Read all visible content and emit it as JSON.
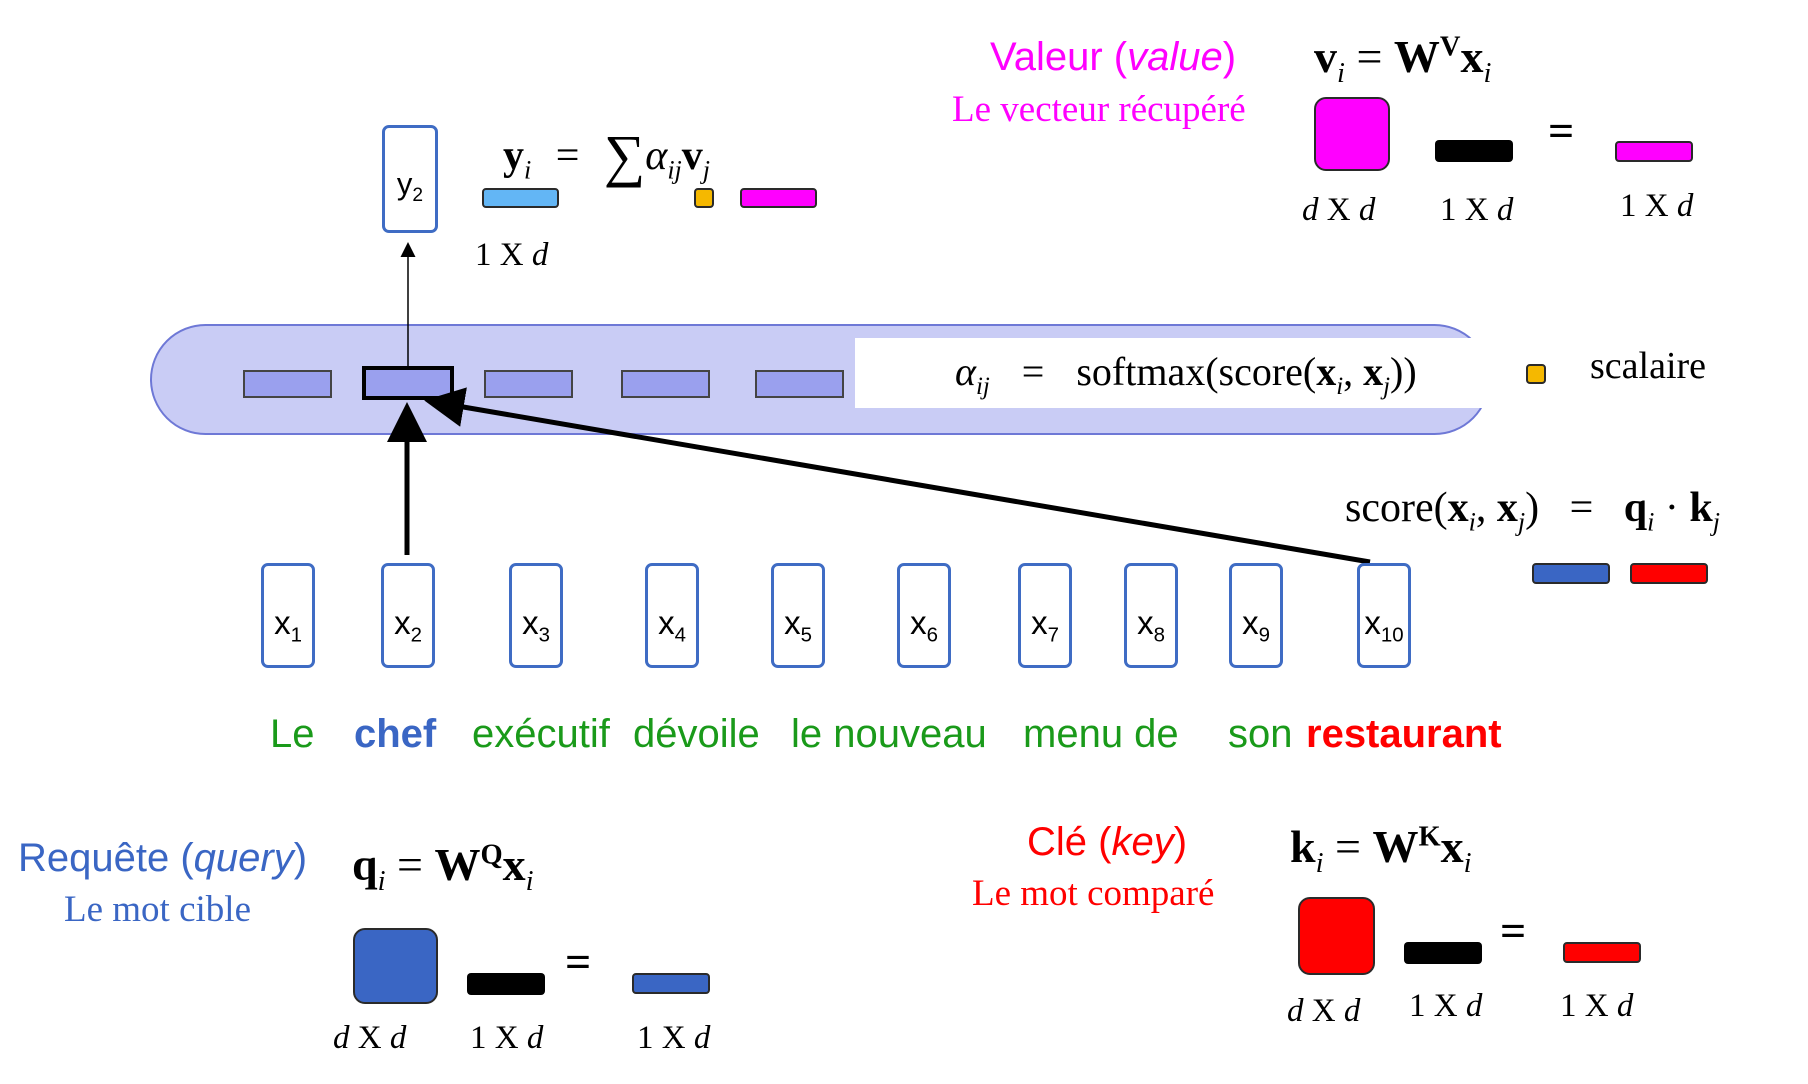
{
  "colors": {
    "query": "#3a66c4",
    "key": "#ff0000",
    "value": "#ff00ff",
    "weight": "#f5b800",
    "output": "#63b6f5",
    "band": "#c9ccf5",
    "cell": "#9aa0ee",
    "word_green": "#1a9a1a"
  },
  "tokens": [
    "x1",
    "x2",
    "x3",
    "x4",
    "x5",
    "x6",
    "x7",
    "x8",
    "x9",
    "x10"
  ],
  "sentence": {
    "w1": "Le",
    "w2": "chef",
    "w3": "exécutif",
    "w4": "dévoile",
    "w5": "le nouveau",
    "w6": "menu de",
    "w7": "son",
    "w8": "restaurant"
  },
  "output_node": {
    "label": "y2"
  },
  "value_block": {
    "title": "Valeur (",
    "title_italic": "value",
    "title_end": ")",
    "subtitle": "Le vecteur récupéré"
  },
  "query_block": {
    "title": "Requête (",
    "title_italic": "query",
    "title_end": ")",
    "subtitle": "Le mot cible"
  },
  "key_block": {
    "title": "Clé (",
    "title_italic": "key",
    "title_end": ")",
    "subtitle": "Le mot comparé"
  },
  "dims": {
    "square": "d X d",
    "row": "1 X d"
  },
  "eq_sign": "=",
  "scalar_label": "scalaire",
  "formulas": {
    "value": "vi = WV xi",
    "query": "qi = WQ xi",
    "key": "ki = WK xi",
    "output": "yi = Σ αij vj",
    "alpha": "αij = softmax(score(xi, xj))",
    "score": "score(xi, xj) = qi · kj"
  }
}
